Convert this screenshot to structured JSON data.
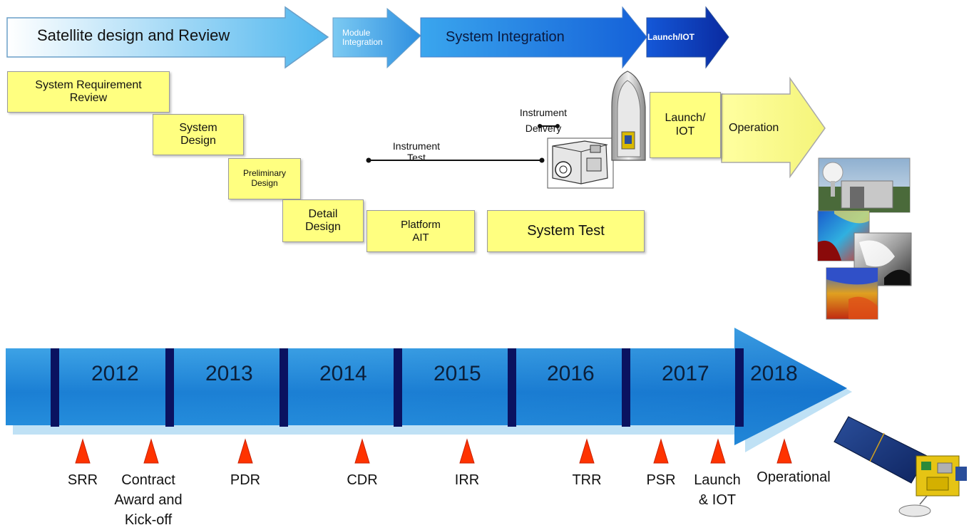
{
  "phases": [
    {
      "label": "Satellite design and Review"
    },
    {
      "label": "Module\nIntegration"
    },
    {
      "label": "System Integration"
    },
    {
      "label": "Launch/IOT"
    }
  ],
  "tasks": {
    "srr": "System Requirement\nReview",
    "system_design": "System\nDesign",
    "preliminary_design": "Preliminary\nDesign",
    "detail_design": "Detail\nDesign",
    "platform_ait": "Platform\nAIT",
    "system_test": "System Test",
    "launch_iot": "Launch/\nIOT",
    "operation": "Operation",
    "instrument_test": "Instrument\nTest",
    "instrument_delivery": "Instrument\nDelivery"
  },
  "timeline": {
    "years": [
      "2012",
      "2013",
      "2014",
      "2015",
      "2016",
      "2017",
      "2018"
    ]
  },
  "milestones": [
    {
      "label": "SRR"
    },
    {
      "label": "Contract\nAward and\nKick-off"
    },
    {
      "label": "PDR"
    },
    {
      "label": "CDR"
    },
    {
      "label": "IRR"
    },
    {
      "label": "TRR"
    },
    {
      "label": "PSR"
    },
    {
      "label": "Launch\n& IOT"
    },
    {
      "label": "Operational"
    }
  ],
  "colors": {
    "box_fill": "#ffff80",
    "milestone": "#ff3300",
    "timeline_blue": "#1e88d8",
    "divider": "#0a1260"
  }
}
